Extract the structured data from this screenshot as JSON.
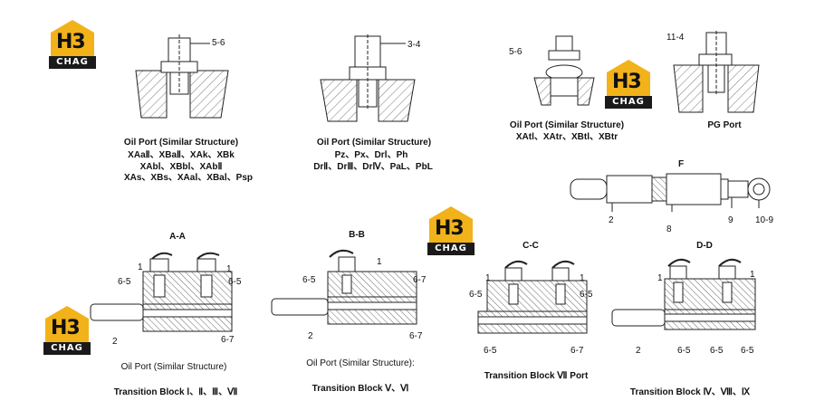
{
  "logo": {
    "h3": "H3",
    "brand": "CHAG"
  },
  "top": {
    "d1": {
      "callout": "5-6",
      "caption": "Oil Port (Similar Structure)",
      "lines": [
        "XAaⅡ、XBaⅡ、XAk、XBk",
        "XAbⅠ、XBbⅠ、XAbⅡ",
        "XAs、XBs、XAaⅠ、XBaⅠ、Psp"
      ]
    },
    "d2": {
      "callout": "3-4",
      "caption": "Oil Port (Similar Structure)",
      "lines": [
        "Pz、Px、DrⅠ、Ph",
        "DrⅡ、DrⅢ、DrⅣ、PaL、PbL"
      ]
    },
    "d3": {
      "callout": "5-6",
      "caption": "Oil Port (Similar Structure)",
      "lines": [
        "XAtl、XAtr、XBtl、XBtr"
      ]
    },
    "d4": {
      "callout": "11-4",
      "caption": "PG Port"
    },
    "f": {
      "title": "F",
      "c2": "2",
      "c8": "8",
      "c9": "9",
      "c109": "10-9"
    }
  },
  "bottom": {
    "aa": {
      "title": "A-A",
      "c1a": "1",
      "c1b": "1",
      "c65a": "6-5",
      "c65b": "6-5",
      "c2": "2",
      "c67": "6-7",
      "caption": "Oil Port (Similar Structure)",
      "block": "Transition Block Ⅰ、Ⅱ、Ⅲ、Ⅶ"
    },
    "bb": {
      "title": "B-B",
      "c1": "1",
      "c65": "6-5",
      "c67a": "6-7",
      "c2": "2",
      "c67b": "6-7",
      "caption": "Oil Port (Similar Structure):",
      "block": "Transition Block Ⅴ、Ⅵ"
    },
    "cc": {
      "title": "C-C",
      "c1a": "1",
      "c1b": "1",
      "c65a": "6-5",
      "c65b": "6-5",
      "c65c": "6-5",
      "c67": "6-7",
      "block": "Transition Block Ⅶ Port"
    },
    "dd": {
      "title": "D-D",
      "c1a": "1",
      "c1b": "1",
      "c2": "2",
      "c65a": "6-5",
      "c65b": "6-5",
      "c65c": "6-5",
      "block": "Transition Block Ⅳ、Ⅷ、Ⅸ"
    }
  }
}
